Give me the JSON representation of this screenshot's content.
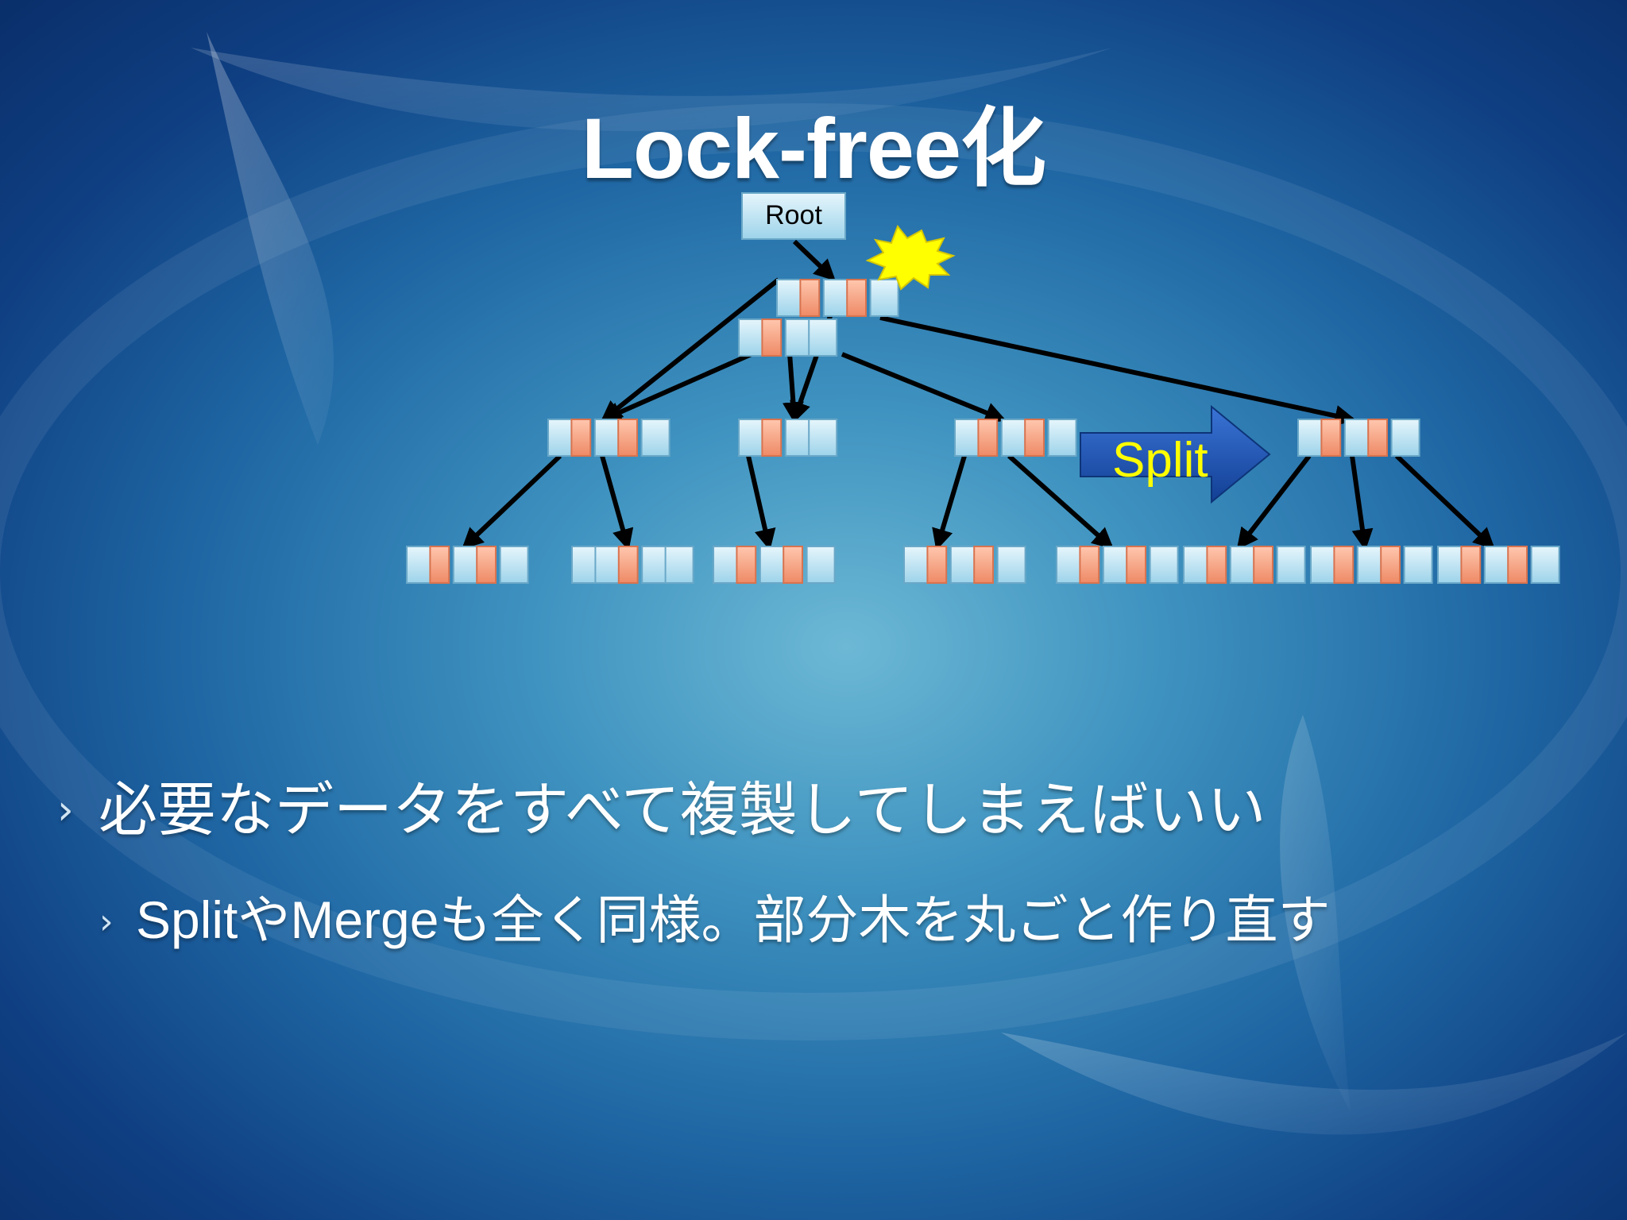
{
  "title": "Lock-free化",
  "diagram": {
    "root_label": "Root",
    "split_label": "Split"
  },
  "bullets": [
    {
      "marker": "›",
      "text": "必要なデータをすべて複製してしまえばいい"
    },
    {
      "marker": "›",
      "text_parts": [
        "Split",
        "や",
        "Merge",
        "も全く同様。部分木を丸ごと作り直す"
      ]
    }
  ],
  "colors": {
    "cell_orange": "#f6a07f",
    "cell_blue": "#bfe6f4",
    "split_arrow": "#1e4da8",
    "split_text": "#ffff00",
    "burst": "#ffff00"
  }
}
